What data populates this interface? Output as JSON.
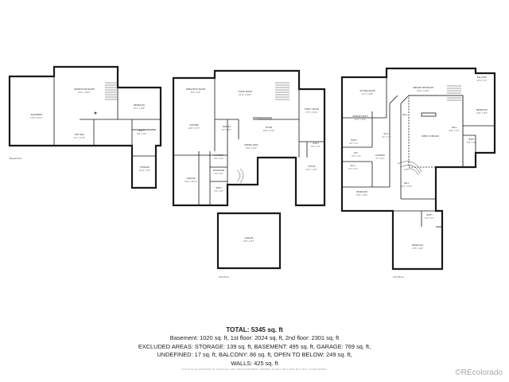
{
  "plans": {
    "basement": {
      "floor_label": "Basement",
      "rooms": {
        "basement": {
          "name": "BASEMENT",
          "dim": "27'8\" x 25'11\""
        },
        "recreation": {
          "name": "RECREATION ROOM",
          "dim": "22'9\" x 20'11\""
        },
        "wet_bar": {
          "name": "WET BAR",
          "dim": "11'7\" x 8'10\""
        },
        "bedroom": {
          "name": "BEDROOM",
          "dim": "15'7\" x 13'6\""
        },
        "bath": {
          "name": "BATH",
          "dim": "10'4\" x 5'8\""
        },
        "storage": {
          "name": "STORAGE",
          "dim": "10'11\" x 9'5\""
        }
      }
    },
    "first": {
      "floor_label": "1st Floor",
      "rooms": {
        "breakfast": {
          "name": "BREAKFAST ROOM",
          "dim": "15'4\" x 9'4\""
        },
        "living": {
          "name": "LIVING ROOM",
          "dim": "20'11\" x 18'6\""
        },
        "family": {
          "name": "FAMILY ROOM",
          "dim": "17'6\" x 15'10\""
        },
        "kitchen": {
          "name": "KITCHEN",
          "dim": "19'8\" x 17'6\""
        },
        "pantry": {
          "name": "PANTRY",
          "dim": "8'7\" x 4'3\""
        },
        "foyer": {
          "name": "FOYER",
          "dim": "12'8\" x 9'11\""
        },
        "dining": {
          "name": "DINING AREA",
          "dim": "13'6\" x 11'3\""
        },
        "bath": {
          "name": "BATH",
          "dim": "8'5\" x 5'3\""
        },
        "office": {
          "name": "OFFICE",
          "dim": "15'1\" x 11'1\""
        },
        "laundry": {
          "name": "LAUNDRY",
          "dim": "8'9\" x 6'4\""
        },
        "mudroom": {
          "name": "MUDROOM",
          "dim": "8'4\" x 6'4\""
        },
        "half_bath": {
          "name": "BATH",
          "dim": "5'4\" x 4'9\""
        },
        "garage1": {
          "name": "GARAGE",
          "dim": "24'4\" x 21'10\""
        },
        "garage2": {
          "name": "GARAGE",
          "dim": "27'6\" x 23'7\""
        }
      }
    },
    "second": {
      "floor_label": "2nd Floor",
      "rooms": {
        "primary_bedroom": {
          "name": "PRIMARY BEDROOM",
          "dim": "18'11\" x 16'6\""
        },
        "balcony": {
          "name": "BALCONY",
          "dim": "12'0\" x 7'2\""
        },
        "sitting": {
          "name": "SITTING ROOM",
          "dim": "12'7\" x 10'8\""
        },
        "bedroom_ne": {
          "name": "BEDROOM",
          "dim": "13'6\" x 12'7\""
        },
        "primary_bath": {
          "name": "PRIMARY BATH",
          "dim": "14'4\" x 11'4\""
        },
        "wic": {
          "name": "W.I.C.",
          "dim": "9'1\" x 7'8\""
        },
        "hall_ne": {
          "name": "HALL",
          "dim": ""
        },
        "hall": {
          "name": "HALL",
          "dim": "8'11\" x 5'0\""
        },
        "open": {
          "name": "OPEN TO BELOW",
          "dim": ""
        },
        "bath_e": {
          "name": "BATH",
          "dim": "8'8\" x 4'9\""
        },
        "bath_sw": {
          "name": "BATH",
          "dim": "9'4\" x 5'1\""
        },
        "wc": {
          "name": "W.C.",
          "dim": "5'6\" x 4'2\""
        },
        "laundry": {
          "name": "LAUNDRY",
          "dim": "7'1\" x 6'2\""
        },
        "wic_s": {
          "name": "W.I.C.",
          "dim": "5'4\" x 4'7\""
        },
        "bedroom_w": {
          "name": "BEDROOM",
          "dim": "17'8\" x 14'0\""
        },
        "hall_s": {
          "name": "HALL",
          "dim": "12'7\" x 4'11\""
        },
        "bath_s": {
          "name": "BATH",
          "dim": "8'4\" x 5'7\""
        },
        "bedroom_s": {
          "name": "BEDROOM",
          "dim": "17'8\" x 14'0\""
        }
      }
    }
  },
  "summary": {
    "total": "TOTAL: 5345 sq. ft",
    "line1": "Basement: 1020 sq. ft, 1st floor: 2024 sq. ft, 2nd floor: 2301 sq. ft",
    "line2": "EXCLUDED AREAS: STORAGE: 139 sq. ft, BASEMENT: 495 sq. ft, GARAGE: 769 sq. ft,",
    "line3": "UNDEFINED: 17 sq. ft, BALCONY: 86 sq. ft, OPEN TO BELOW: 249 sq. ft,",
    "line4": "WALLS: 425 sq. ft"
  },
  "disclaimer": "FLOOR PLAN CREATED BY CUBICASA APP. MEASUREMENTS DEEMED HIGHLY RELIABLE BUT NOT GUARANTEED.",
  "watermark": "©REcolorado"
}
